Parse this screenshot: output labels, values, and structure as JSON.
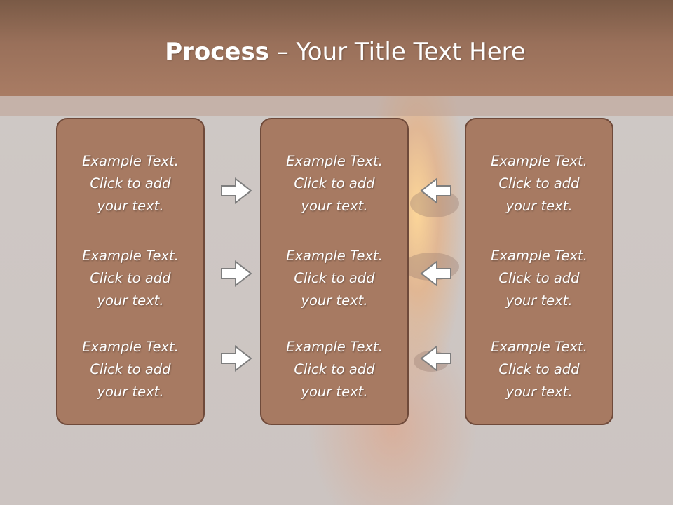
{
  "slide": {
    "title_bold": "Process",
    "title_rest": " – Your Title Text Here"
  },
  "columns": [
    {
      "items": [
        {
          "line1": "Example Text.",
          "line2": "Click  to add",
          "line3": "your text."
        },
        {
          "line1": "Example Text.",
          "line2": "Click  to add",
          "line3": "your text."
        },
        {
          "line1": "Example Text.",
          "line2": "Click  to add",
          "line3": "your text."
        }
      ]
    },
    {
      "items": [
        {
          "line1": "Example Text.",
          "line2": "Click  to add",
          "line3": "your text."
        },
        {
          "line1": "Example Text.",
          "line2": "Click  to add",
          "line3": "your text."
        },
        {
          "line1": "Example Text.",
          "line2": "Click  to add",
          "line3": "your text."
        }
      ]
    },
    {
      "items": [
        {
          "line1": "Example Text.",
          "line2": "Click  to add",
          "line3": "your text."
        },
        {
          "line1": "Example Text.",
          "line2": "Click  to add",
          "line3": "your text."
        },
        {
          "line1": "Example Text.",
          "line2": "Click  to add",
          "line3": "your text."
        }
      ]
    }
  ],
  "colors": {
    "header": "#a97c64",
    "panel_fill": "#a77a62",
    "panel_border": "#6f4a3a",
    "text": "#ffffff"
  },
  "icons": {
    "left_arrows": "arrow-right-icon",
    "right_arrows": "arrow-left-icon"
  }
}
